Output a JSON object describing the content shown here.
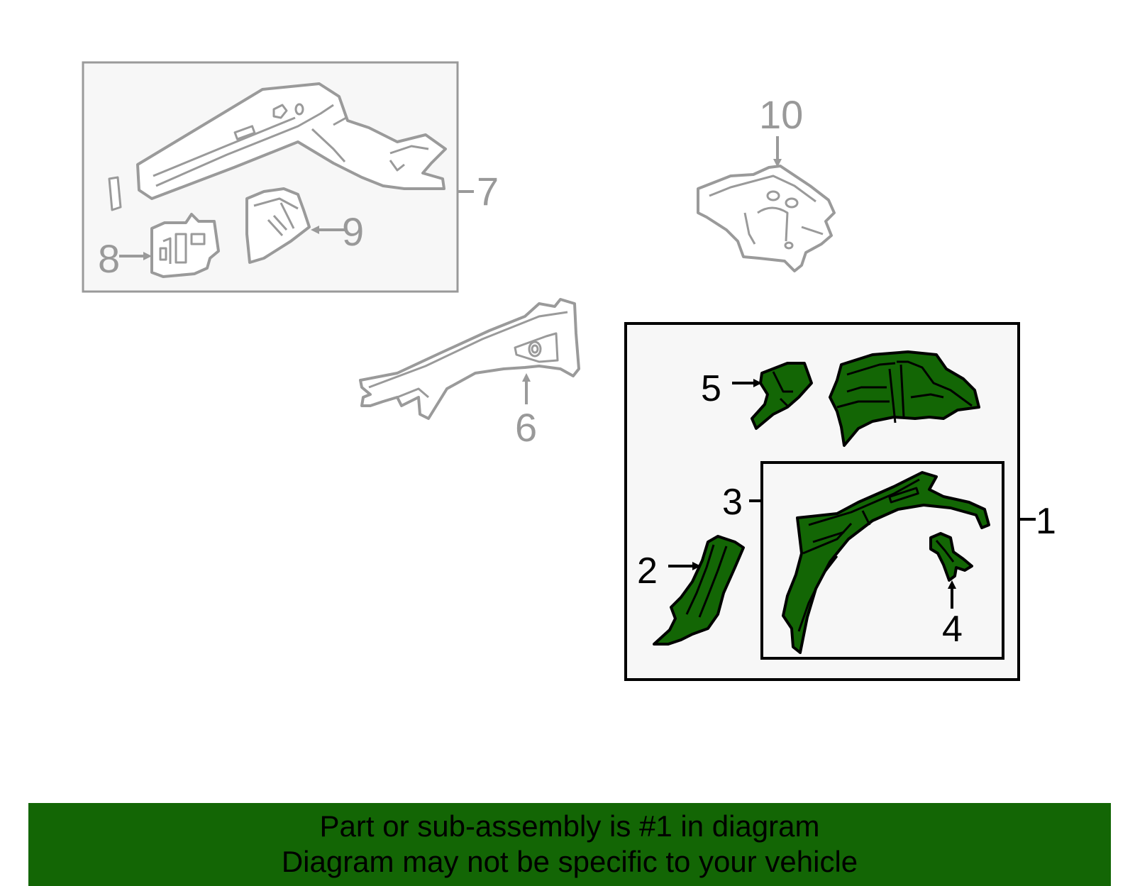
{
  "colors": {
    "highlight": "#136605",
    "highlight_outline": "#000000",
    "inactive_outline": "#9a9a9a",
    "inactive_label": "#999999",
    "box_fill": "#f7f7f7"
  },
  "callouts": {
    "c1": "1",
    "c2": "2",
    "c3": "3",
    "c4": "4",
    "c5": "5",
    "c6": "6",
    "c7": "7",
    "c8": "8",
    "c9": "9",
    "c10": "10"
  },
  "banner": {
    "line1": "Part or sub-assembly is #1 in diagram",
    "line2": "Diagram may not be specific to your vehicle"
  }
}
